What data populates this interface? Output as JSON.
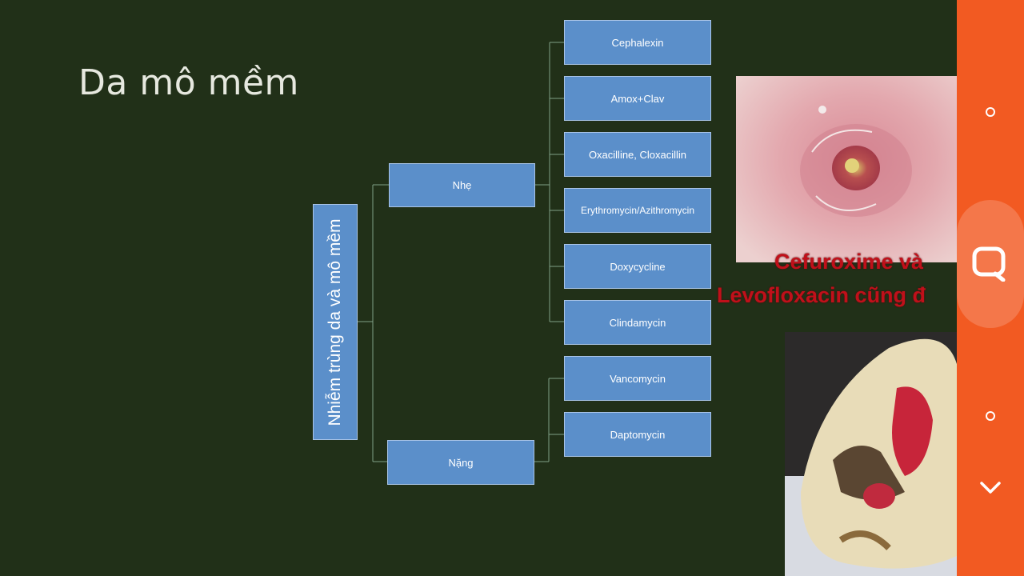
{
  "slide": {
    "title": "Da mô mềm",
    "root_label": "Nhiễm trùng da và mô mềm",
    "mild": {
      "label": "Nhẹ",
      "drugs": [
        "Cephalexin",
        "Amox+Clav",
        "Oxacilline, Cloxacillin",
        "Erythromycin/Azithromycin",
        "Doxycycline",
        "Clindamycin"
      ]
    },
    "severe": {
      "label": "Nặng",
      "drugs": [
        "Vancomycin",
        "Daptomycin"
      ]
    },
    "caption_line1": "Cefuroxime và",
    "caption_line2": "Levofloxacin cũng đ"
  },
  "sidebar": {
    "icons": [
      "circle-icon",
      "search-icon",
      "circle-icon",
      "chevron-down-icon"
    ]
  },
  "colors": {
    "background": "#213018",
    "box": "#5b8fca",
    "box_border": "#a9c4e6",
    "caption": "#c0101a",
    "sidebar": "#f25a22"
  }
}
